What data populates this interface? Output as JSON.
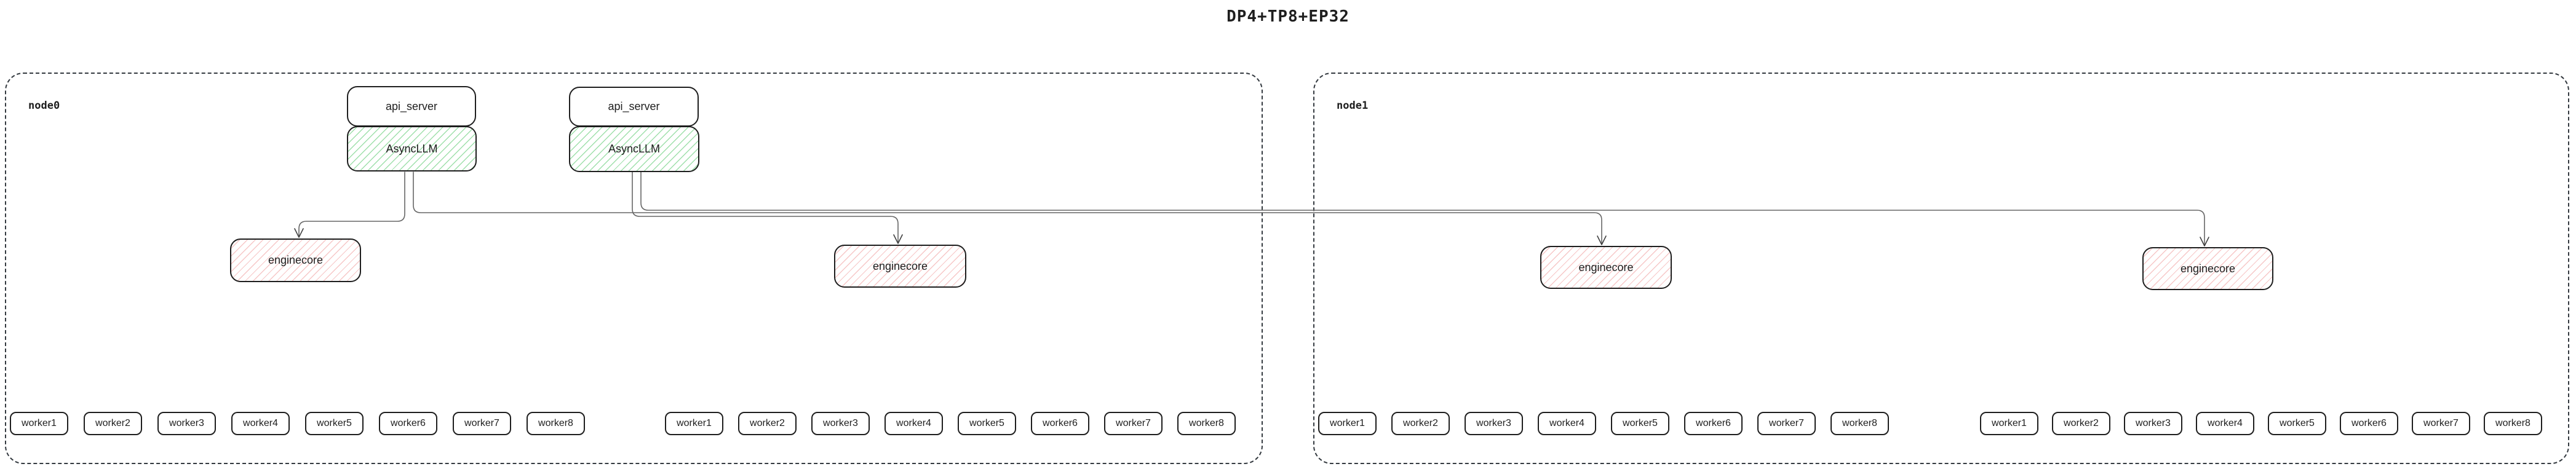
{
  "title": "DP4+TP8+EP32",
  "colors": {
    "text": "#1e1e1e",
    "box_border": "#1e1e1e",
    "node_border": "#343a40",
    "async_llm_hatch": "#40c05780",
    "enginecore_hatch": "#e0313145",
    "connector": "#666666",
    "arrowhead": "#3f3f3f"
  },
  "nodes": [
    {
      "label": "node0",
      "pairs": [
        {
          "api_server": "api_server",
          "async_llm": "AsyncLLM"
        },
        {
          "api_server": "api_server",
          "async_llm": "AsyncLLM"
        }
      ],
      "enginecores": [
        "enginecore",
        "enginecore"
      ],
      "worker_groups": [
        [
          "worker1",
          "worker2",
          "worker3",
          "worker4",
          "worker5",
          "worker6",
          "worker7",
          "worker8"
        ],
        [
          "worker1",
          "worker2",
          "worker3",
          "worker4",
          "worker5",
          "worker6",
          "worker7",
          "worker8"
        ]
      ]
    },
    {
      "label": "node1",
      "enginecores": [
        "enginecore",
        "enginecore"
      ],
      "worker_groups": [
        [
          "worker1",
          "worker2",
          "worker3",
          "worker4",
          "worker5",
          "worker6",
          "worker7",
          "worker8"
        ],
        [
          "worker1",
          "worker2",
          "worker3",
          "worker4",
          "worker5",
          "worker6",
          "worker7",
          "worker8"
        ]
      ]
    }
  ]
}
